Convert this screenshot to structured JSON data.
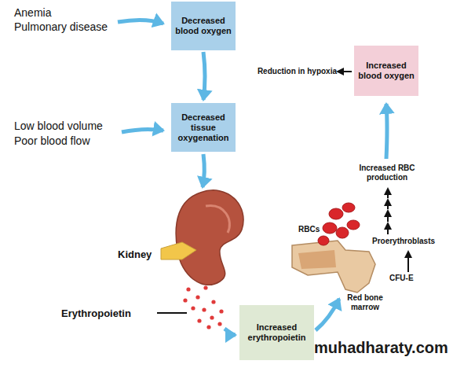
{
  "diagram": {
    "nodes": [
      {
        "text": [
          "Decreased blood oxygen"
        ]
      },
      {
        "text": [
          "Decreased tissue oxygenation"
        ]
      },
      {
        "text": [
          "Increased erythropoietin"
        ]
      },
      {
        "text": [
          "Increased blood oxygen"
        ]
      }
    ],
    "edges": [
      {
        "from": 0,
        "to": 1,
        "arrow": "to"
      }
    ],
    "labels": [
      "Anemia",
      "Pulmonary disease",
      "Low blood volume",
      "Poor blood flow",
      "Reduction in hypoxia",
      "Increased RBC production",
      "RBCs",
      "Proerythroblasts",
      "Kidney",
      "CFU-E",
      "Erythropoietin",
      "Red bone marrow",
      "muhadharaty.com"
    ]
  }
}
